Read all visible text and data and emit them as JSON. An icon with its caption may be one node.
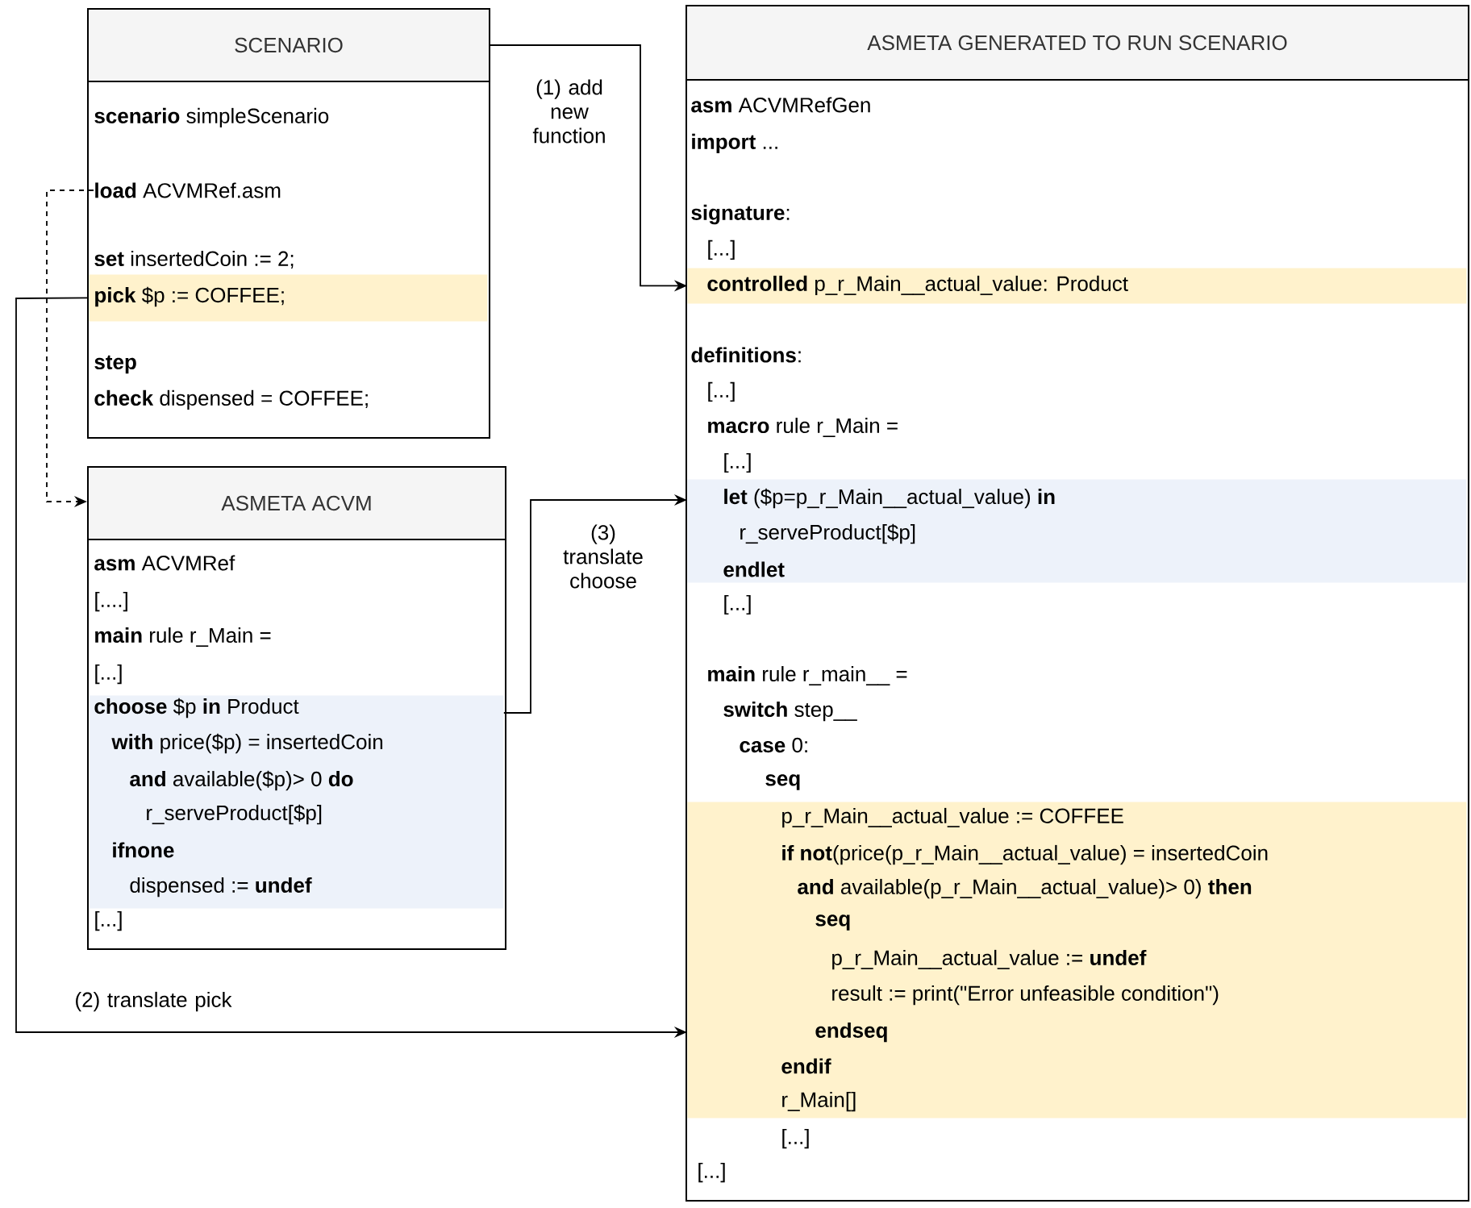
{
  "diagram": {
    "nodes": [
      {
        "text": [
          "SCENARIO",
          "**scenario** simpleScenario",
          "**set** insertedCoin := 2;",
          "**step**",
          "**check** dispensed = COFFEE;"
        ]
      },
      {
        "text": [
          "**load** ACVMRef.asm"
        ],
        "in": 0
      },
      {
        "text": [
          "**pick** $p := COFFEE;"
        ],
        "in": 0
      },
      {
        "text": [
          "ASMETA ACVM",
          "**asm** ACVMRef",
          "[....]",
          "**main** rule r_Main =",
          "[...]",
          "[...]"
        ]
      },
      {
        "text": [
          "**choose** $p **in** Product",
          "**with** price($p) = insertedCoin",
          "**and** available($p)> 0 **do**",
          "r_serveProduct[$p]",
          "**ifnone**",
          "dispensed := **undef**"
        ],
        "in": 3
      },
      {
        "text": [
          "ASMETA GENERATED TO RUN SCENARIO",
          "**asm** ACVMRefGen",
          "**import** ...",
          "**signature**:",
          "[...]",
          "**definitions**:",
          "[...]",
          "**macro** rule r_Main =",
          "[...]",
          "[...]",
          "**main** rule r_main__ =",
          "**switch** step__",
          "**case** 0:",
          "**seq**",
          "[...]",
          "[...]"
        ]
      },
      {
        "text": [
          "**controlled** p_r_Main__actual_value: Product"
        ],
        "in": 5
      },
      {
        "text": [
          "**let** ($p=p_r_Main__actual_value) **in**",
          "r_serveProduct[$p]",
          "**endlet**"
        ],
        "in": 5
      },
      {
        "text": [
          "p_r_Main__actual_value := COFFEE",
          "**if not**(price(p_r_Main__actual_value) = insertedCoin",
          "**and** available(p_r_Main__actual_value)> 0) **then**",
          "**seq**",
          "p_r_Main__actual_value := **undef**",
          "result := print(\"Error unfeasible condition\")",
          "**endseq**",
          "**endif**",
          "r_Main[]"
        ],
        "in": 5
      }
    ],
    "edges": [
      {
        "from": 0,
        "to": 6,
        "arrow": "to",
        "label": "(1) add new function"
      },
      {
        "from": 1,
        "to": 3,
        "arrow": "to",
        "style": "dashed"
      },
      {
        "from": 4,
        "to": 7,
        "arrow": "to",
        "label": "(3) translate choose"
      },
      {
        "from": 2,
        "to": 8,
        "arrow": "to",
        "label": "(2) translate pick"
      }
    ]
  }
}
